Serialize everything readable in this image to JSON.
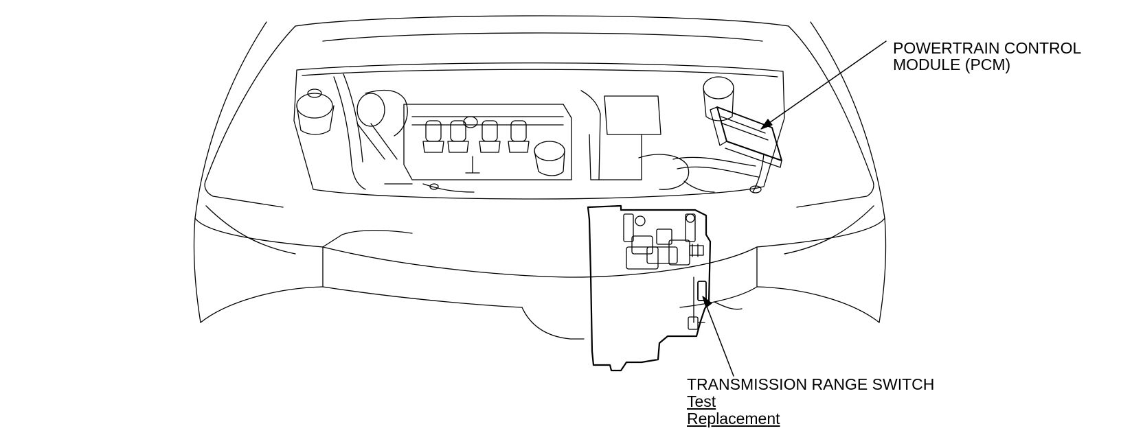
{
  "callouts": {
    "pcm": {
      "line1": "POWERTRAIN CONTROL",
      "line2": "MODULE (PCM)"
    },
    "trs": {
      "title": "TRANSMISSION RANGE SWITCH",
      "links": [
        "Test",
        "Replacement"
      ]
    }
  }
}
